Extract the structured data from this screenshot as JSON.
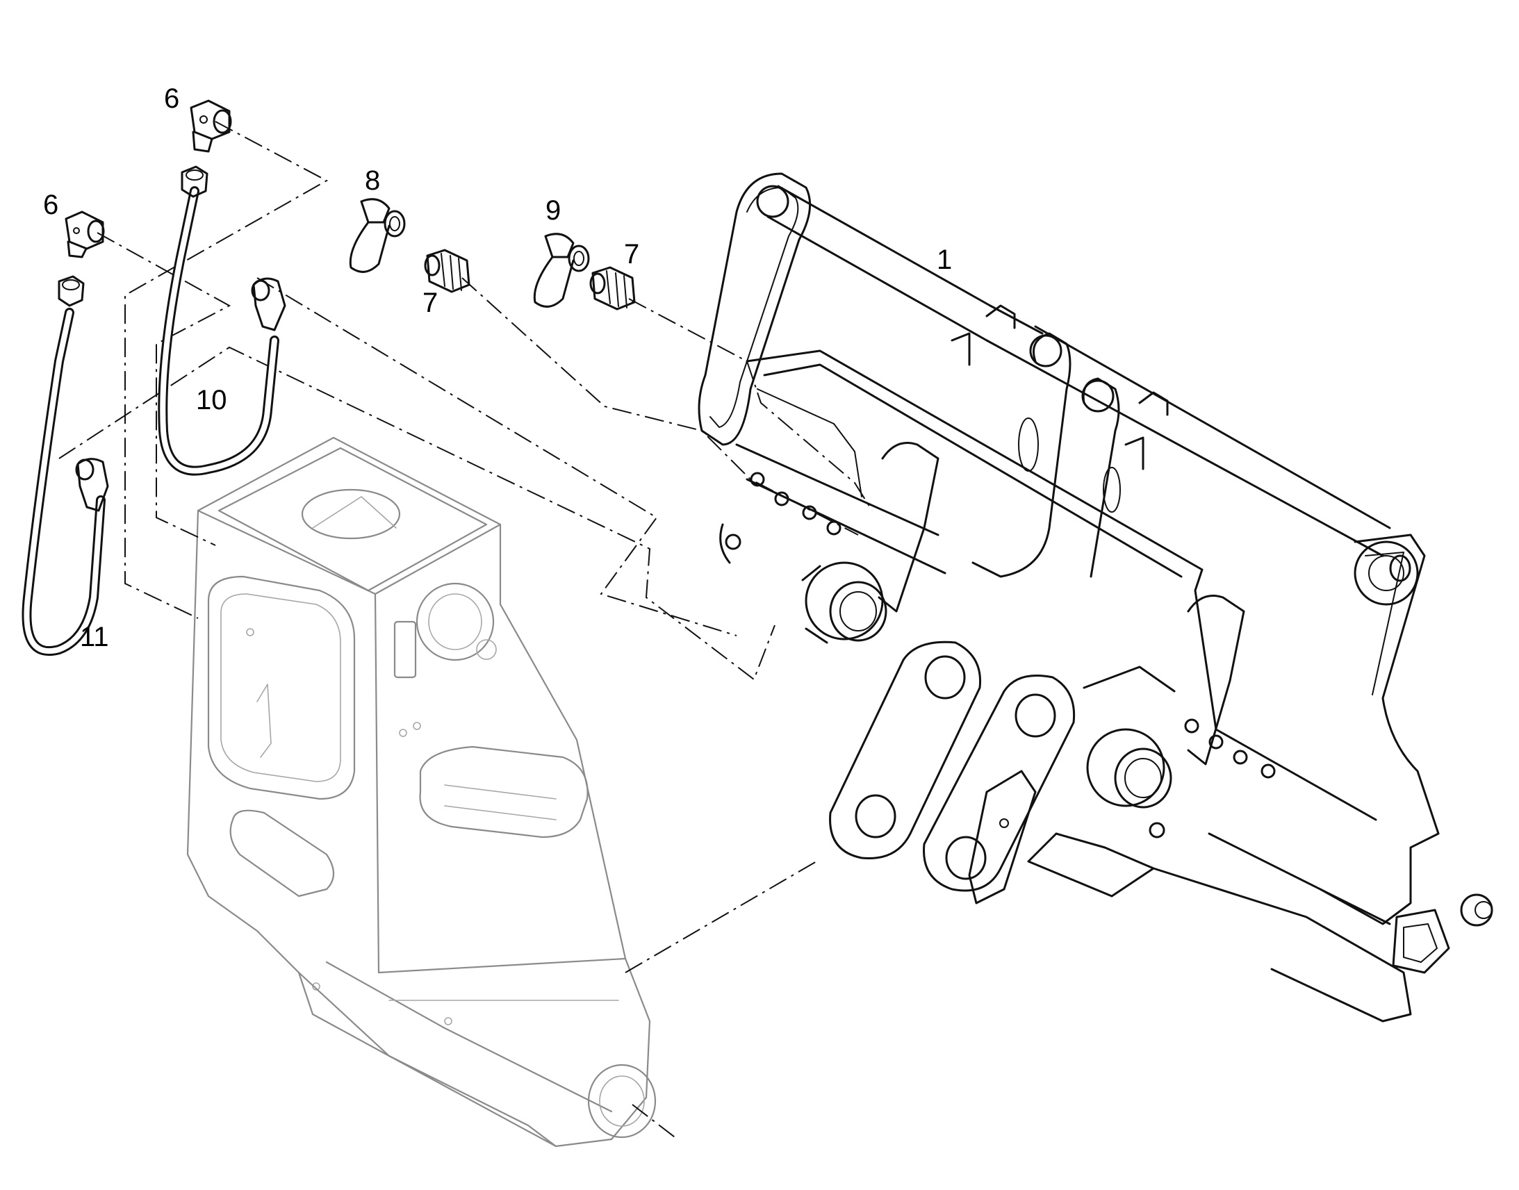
{
  "callouts": {
    "part_1": "1",
    "part_6a": "6",
    "part_6b": "6",
    "part_7a": "7",
    "part_7b": "7",
    "part_8": "8",
    "part_9": "9",
    "part_10": "10",
    "part_11": "11"
  },
  "colors": {
    "ink": "#111111",
    "ghost_part": "#8a8a8a",
    "background": "#ffffff"
  }
}
